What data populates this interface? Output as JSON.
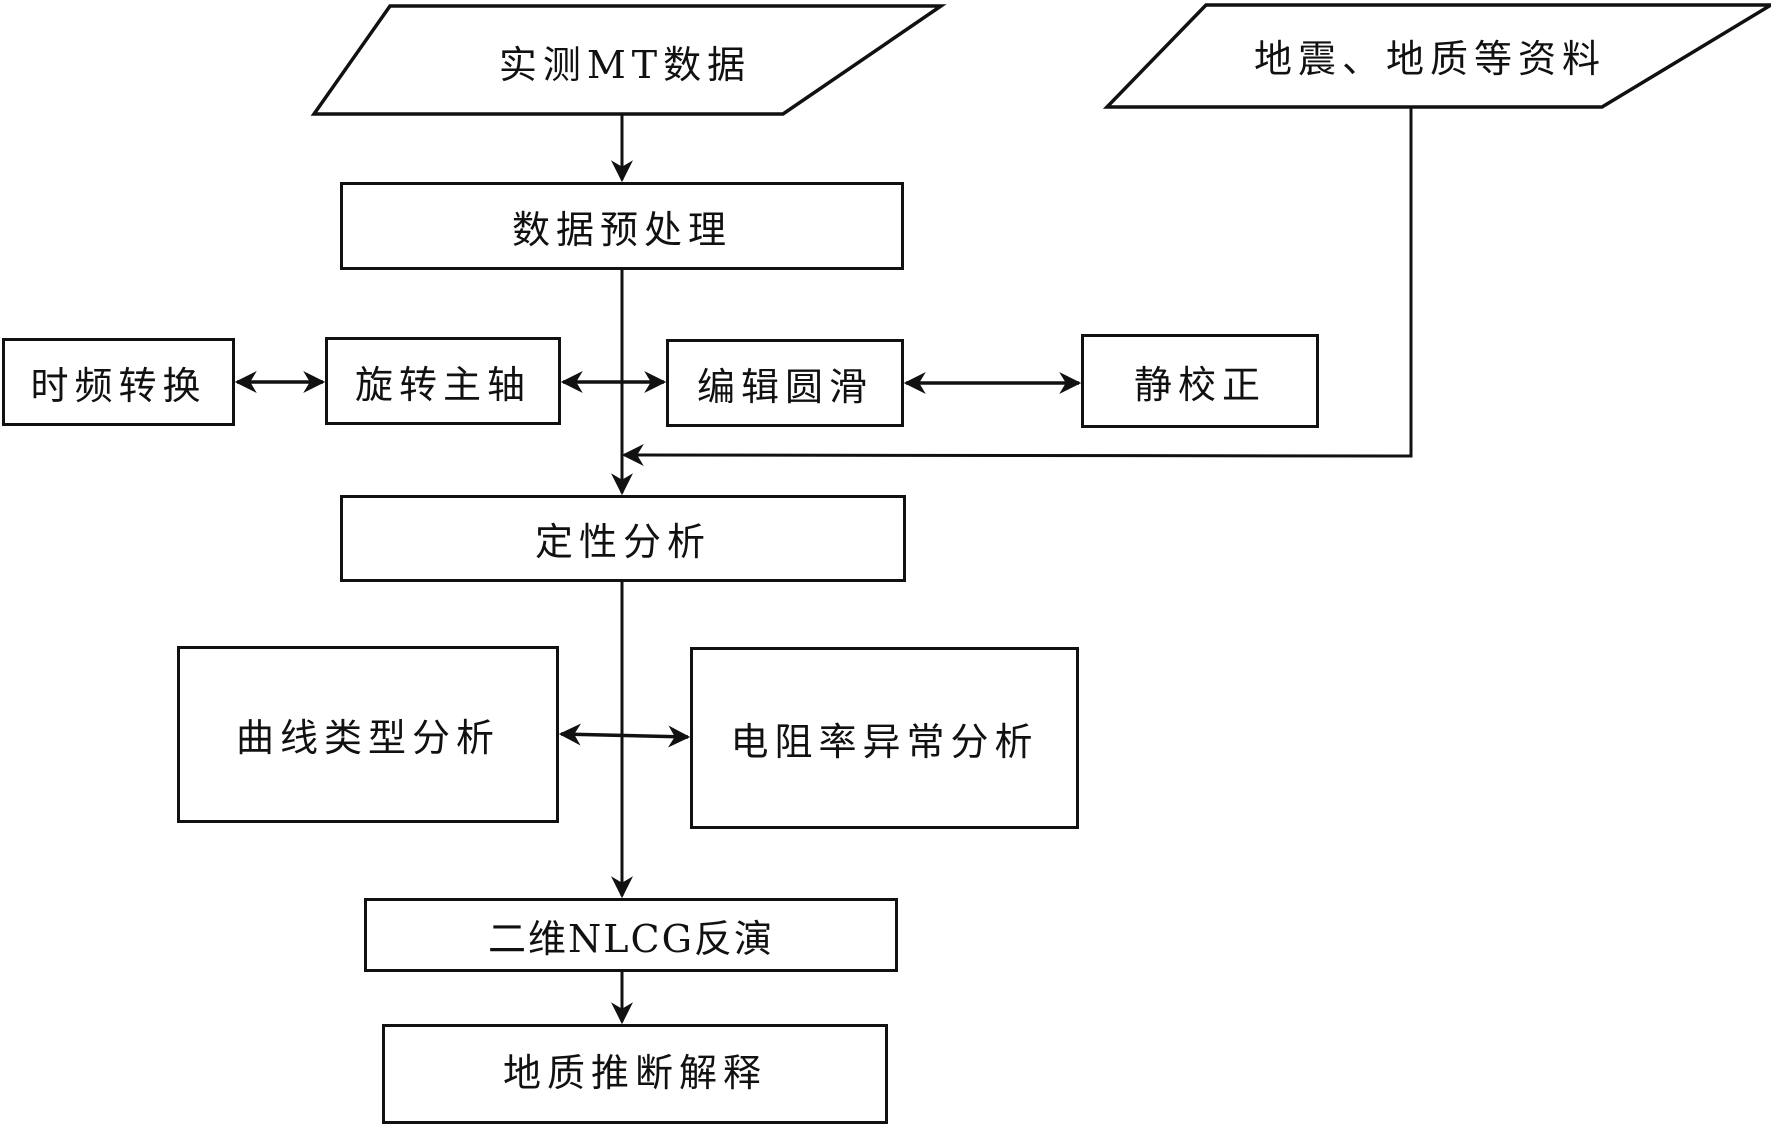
{
  "diagram": {
    "type": "flowchart",
    "colors": {
      "stroke": "#111111",
      "background": "#ffffff",
      "text": "#111111"
    },
    "nodes": [
      {
        "id": "mt_data",
        "shape": "parallelogram",
        "label": "实测MT数据"
      },
      {
        "id": "seismic_geo",
        "shape": "parallelogram",
        "label": "地震、地质等资料"
      },
      {
        "id": "preprocess",
        "shape": "rect",
        "label": "数据预处理"
      },
      {
        "id": "time_freq",
        "shape": "rect",
        "label": "时频转换"
      },
      {
        "id": "rotate_axis",
        "shape": "rect",
        "label": "旋转主轴"
      },
      {
        "id": "edit_smooth",
        "shape": "rect",
        "label": "编辑圆滑"
      },
      {
        "id": "static_corr",
        "shape": "rect",
        "label": "静校正"
      },
      {
        "id": "qualitative",
        "shape": "rect",
        "label": "定性分析"
      },
      {
        "id": "curve_type",
        "shape": "rect",
        "label": "曲线类型分析"
      },
      {
        "id": "resistivity",
        "shape": "rect",
        "label": "电阻率异常分析"
      },
      {
        "id": "nlcg",
        "shape": "rect",
        "label": "二维NLCG反演"
      },
      {
        "id": "interpretation",
        "shape": "rect",
        "label": "地质推断解释"
      }
    ],
    "edges": [
      {
        "from": "mt_data",
        "to": "preprocess",
        "type": "arrow"
      },
      {
        "from": "preprocess",
        "to": "qualitative",
        "type": "arrow"
      },
      {
        "from": "time_freq",
        "to": "rotate_axis",
        "type": "double-arrow"
      },
      {
        "from": "rotate_axis",
        "to": "edit_smooth",
        "type": "double-arrow"
      },
      {
        "from": "edit_smooth",
        "to": "static_corr",
        "type": "double-arrow"
      },
      {
        "from": "seismic_geo",
        "to": "qualitative",
        "type": "arrow"
      },
      {
        "from": "qualitative",
        "to": "nlcg",
        "type": "arrow"
      },
      {
        "from": "curve_type",
        "to": "resistivity",
        "type": "double-arrow"
      },
      {
        "from": "nlcg",
        "to": "interpretation",
        "type": "arrow"
      }
    ]
  }
}
